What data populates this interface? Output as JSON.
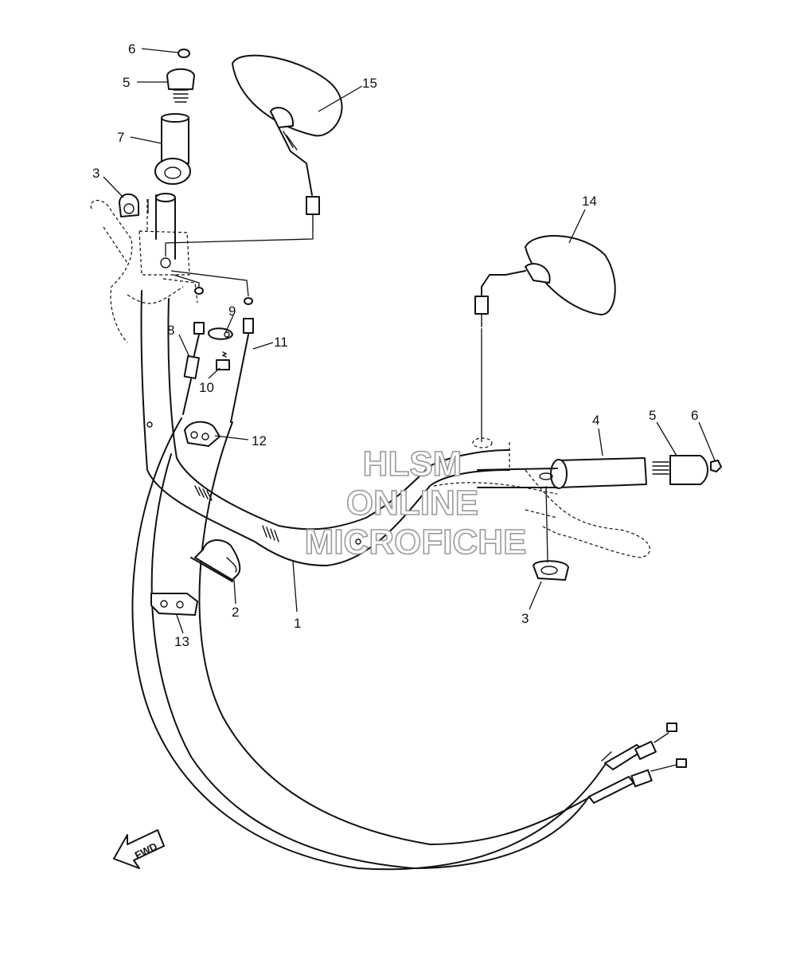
{
  "watermark": {
    "line1": "HLSM",
    "line2": "ONLINE",
    "line3": "MICROFICHE",
    "color": "#9a9a9a"
  },
  "direction_arrow": {
    "label": "FWD"
  },
  "callouts": {
    "p1": "1",
    "p2": "2",
    "p3a": "3",
    "p3b": "3",
    "p4": "4",
    "p5a": "5",
    "p5b": "5",
    "p6a": "6",
    "p6b": "6",
    "p7": "7",
    "p8": "8",
    "p9": "9",
    "p10": "10",
    "p11": "11",
    "p12": "12",
    "p13": "13",
    "p14": "14",
    "p15": "15"
  }
}
